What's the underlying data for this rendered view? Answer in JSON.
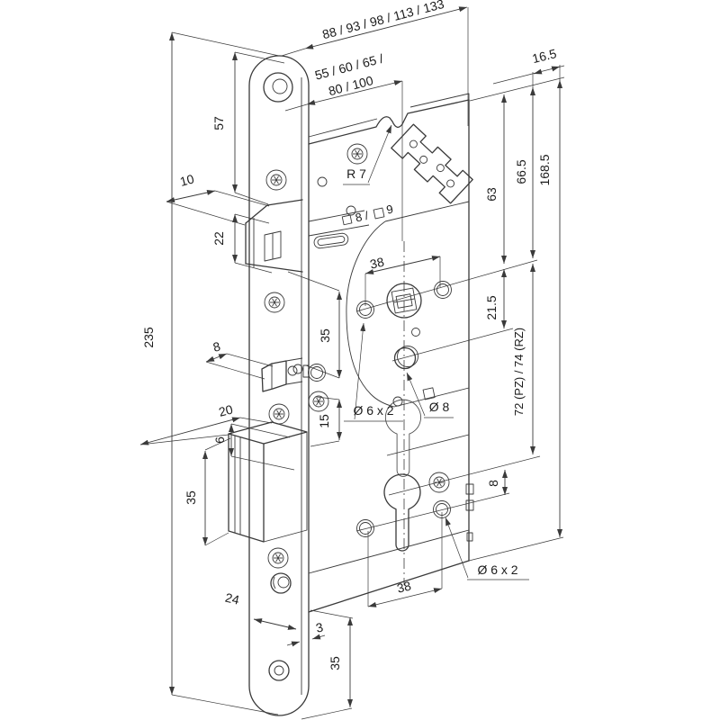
{
  "title": "Mortise lock dimensional drawing",
  "dimensions": {
    "case_width_options": "88 / 93 / 98 / 113 / 133",
    "backset_options_line1": "55 / 60 / 65 /",
    "backset_options_line2": "80 / 100",
    "case_back_offset": "16.5",
    "plate_top_to_latch": "57",
    "latch_protrusion": "10",
    "latch_height": "22",
    "faceplate_length": "235",
    "latch_radius": "R 7",
    "follower_square_a": "8 /",
    "follower_square_b": "9",
    "hole_spacing_top": "38",
    "top_to_hub": "63",
    "top_to_hub_back": "66.5",
    "case_height": "168.5",
    "hub_to_hole": "21.5",
    "hub_to_cylinder": "72 (PZ) / 74 (RZ)",
    "latch_to_aux": "35",
    "aux_protrusion": "8",
    "aux_gap": "6",
    "aux_to_screw": "15",
    "deadbolt_protrusion": "20",
    "deadbolt_height": "35",
    "holes_mid_label": "Ø 6 x 2",
    "hole_dia_label": "Ø 8",
    "cylinder_hole_offset": "8",
    "holes_bottom_label": "Ø 6 x 2",
    "hole_spacing_bottom": "38",
    "faceplate_width": "24",
    "faceplate_thickness": "3",
    "case_to_plate_bottom": "35"
  }
}
